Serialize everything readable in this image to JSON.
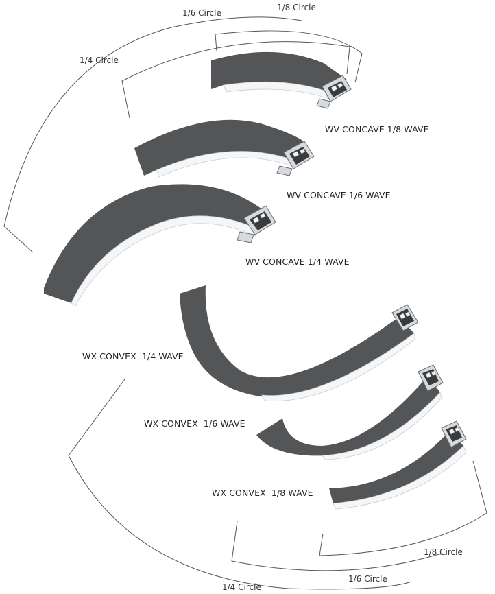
{
  "circle_labels": {
    "top_eighth": "1/8 Circle",
    "top_sixth": "1/6 Circle",
    "top_quarter": "1/4 Circle",
    "bottom_eighth": "1/8 Circle",
    "bottom_sixth": "1/6 Circle",
    "bottom_quarter": "1/4 Circle"
  },
  "products": {
    "wv_concave_eighth": "WV CONCAVE 1/8 WAVE",
    "wv_concave_sixth": "WV CONCAVE 1/6 WAVE",
    "wv_concave_quarter": "WV CONCAVE 1/4 WAVE",
    "wx_convex_quarter": "WX CONVEX  1/4 WAVE",
    "wx_convex_sixth": "WX CONVEX  1/6 WAVE",
    "wx_convex_eighth": "WX CONVEX  1/8 WAVE"
  },
  "colors": {
    "housing": "#545557",
    "diffuser": "#f4f6f8",
    "guide_line": "#555555"
  }
}
